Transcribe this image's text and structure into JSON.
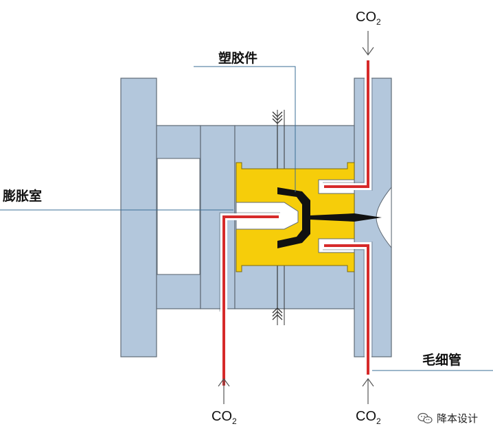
{
  "labels": {
    "plastic_part": "塑胶件",
    "expansion_chamber": "膨胀室",
    "capillary": "毛细管",
    "co2_main": "CO",
    "co2_sub": "2"
  },
  "watermark": {
    "text": "降本设计",
    "icon": "wechat-icon"
  },
  "colors": {
    "mold_plate": "#b3c7dc",
    "mold_outline": "#5f6a75",
    "cavity_yellow": "#f6cd0a",
    "co2_tube": "#d62a2a",
    "part_black": "#111111",
    "leader_line": "#3a6c95"
  }
}
